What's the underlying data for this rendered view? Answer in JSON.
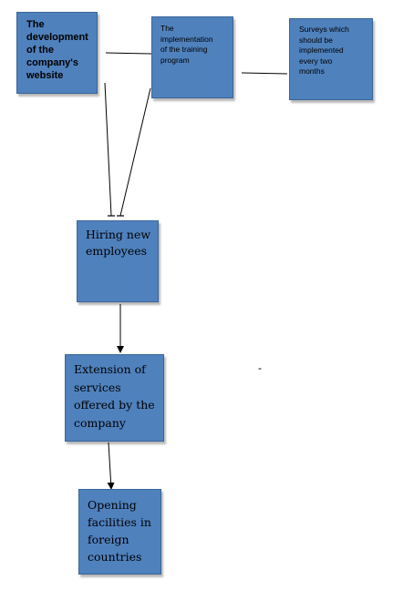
{
  "diagram": {
    "nodes": [
      {
        "id": "website",
        "text": "The\ndevelopment\nof the\ncompany's\nwebsite"
      },
      {
        "id": "training",
        "text": "The\nimplementation\nof the training\nprogram"
      },
      {
        "id": "surveys",
        "text": "Surveys which\nshould be\nimplemented\nevery two\nmonths"
      },
      {
        "id": "hiring",
        "text": "Hiring new\nemployees"
      },
      {
        "id": "extension",
        "text": "Extension of\nservices\noffered by the\ncompany"
      },
      {
        "id": "opening",
        "text": "Opening\nfacilities in\nforeign\ncountries"
      }
    ],
    "edges": [
      {
        "from": "website",
        "to": "training",
        "style": "line"
      },
      {
        "from": "training",
        "to": "surveys",
        "style": "line"
      },
      {
        "from": "website",
        "to": "hiring",
        "style": "bar-end"
      },
      {
        "from": "training",
        "to": "hiring",
        "style": "bar-end"
      },
      {
        "from": "hiring",
        "to": "extension",
        "style": "arrow"
      },
      {
        "from": "extension",
        "to": "opening",
        "style": "arrow"
      }
    ],
    "stray_mark": "-"
  }
}
